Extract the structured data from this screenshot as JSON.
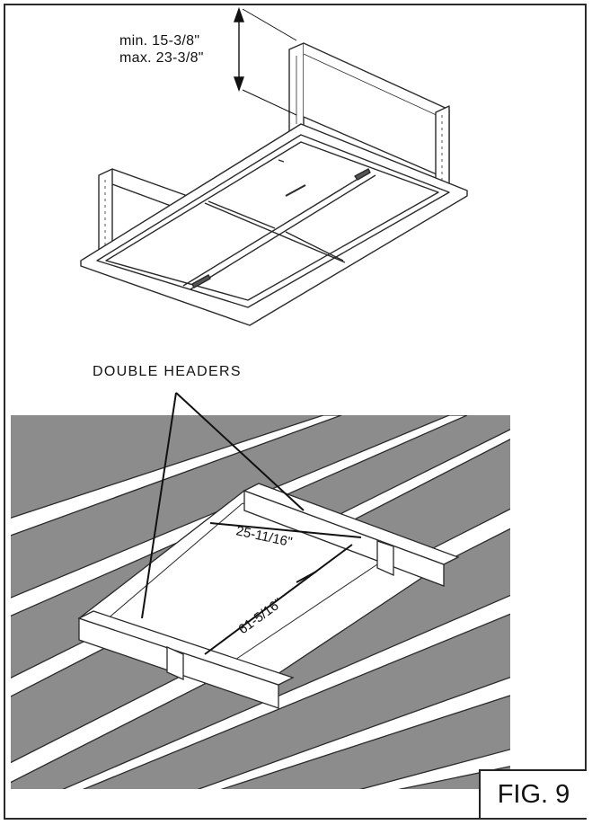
{
  "top_view": {
    "min_label": "min.  15-3/8\"",
    "max_label": "max.  23-3/8\""
  },
  "callout": {
    "label": "DOUBLE  HEADERS"
  },
  "bottom_view": {
    "width_dim": "25-11/16\"",
    "length_dim": "61-5/16\""
  },
  "figure": {
    "label": "FIG. 9"
  },
  "colors": {
    "joist_fill": "#8c8c8c",
    "outline": "#222222",
    "background": "#ffffff"
  }
}
